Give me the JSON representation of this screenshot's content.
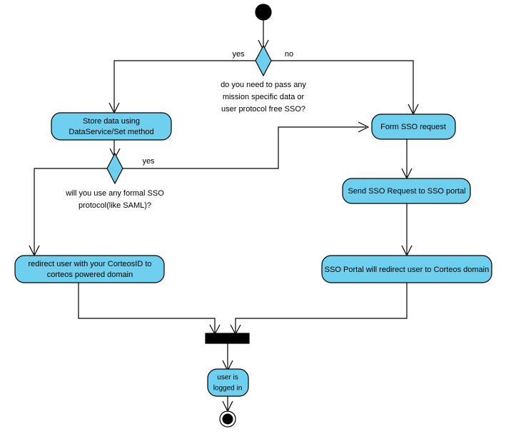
{
  "diagram": {
    "type": "uml-activity-diagram",
    "title": "",
    "colors": {
      "node_fill": "#6FCFEF",
      "node_stroke": "#000000",
      "edge_stroke": "#000000",
      "initial_node_fill": "#000000",
      "final_node_fill": "#000000",
      "join_bar_fill": "#000000",
      "decision_fill": "#6FCFEF",
      "background": "#FFFFFF"
    },
    "nodes": {
      "initial": {
        "kind": "initial-node",
        "label": ""
      },
      "decision1": {
        "kind": "decision-node",
        "question": [
          "do you need to pass any",
          "mission specific data or",
          "user protocol free SSO?"
        ],
        "branches": [
          {
            "guard": "yes",
            "direction": "left"
          },
          {
            "guard": "no",
            "direction": "right"
          }
        ]
      },
      "store_data": {
        "kind": "action-node",
        "label": [
          "Store data using",
          "DataService/Set method"
        ]
      },
      "decision2": {
        "kind": "decision-node",
        "question": [
          "will you use any formal SSO",
          "protocol(like SAML)?"
        ],
        "branches": [
          {
            "guard": "yes",
            "direction": "right"
          },
          {
            "guard": "",
            "direction": "left"
          }
        ]
      },
      "form_sso_request": {
        "kind": "action-node",
        "label": [
          "Form SSO request"
        ]
      },
      "send_sso_request": {
        "kind": "action-node",
        "label": [
          "Send SSO Request to SSO portal"
        ]
      },
      "redirect_user": {
        "kind": "action-node",
        "label": [
          "redirect user with your CorteosID to",
          "corteos powered domain"
        ]
      },
      "sso_portal_redirect": {
        "kind": "action-node",
        "label": [
          "SSO Portal will redirect user to Corteos domain"
        ]
      },
      "join": {
        "kind": "join-bar",
        "label": ""
      },
      "user_logged_in": {
        "kind": "action-node",
        "label": [
          "user is",
          "logged in"
        ]
      },
      "final": {
        "kind": "final-node",
        "label": ""
      }
    },
    "guards": {
      "d1_yes": "yes",
      "d1_no": "no",
      "d2_yes": "yes"
    },
    "questions": {
      "q1_line1": "do you need to pass any",
      "q1_line2": "mission specific data or",
      "q1_line3": "user protocol free SSO?",
      "q2_line1": "will you use any formal SSO",
      "q2_line2": "protocol(like SAML)?"
    },
    "labels": {
      "store_data_l1": "Store data using",
      "store_data_l2": "DataService/Set method",
      "form_sso_request": "Form SSO request",
      "send_sso_request": "Send SSO Request to SSO portal",
      "redirect_user_l1": "redirect user with your CorteosID to",
      "redirect_user_l2": "corteos powered domain",
      "sso_portal_redirect": "SSO Portal will redirect user to Corteos domain",
      "user_logged_in_l1": "user is",
      "user_logged_in_l2": "logged in"
    }
  }
}
